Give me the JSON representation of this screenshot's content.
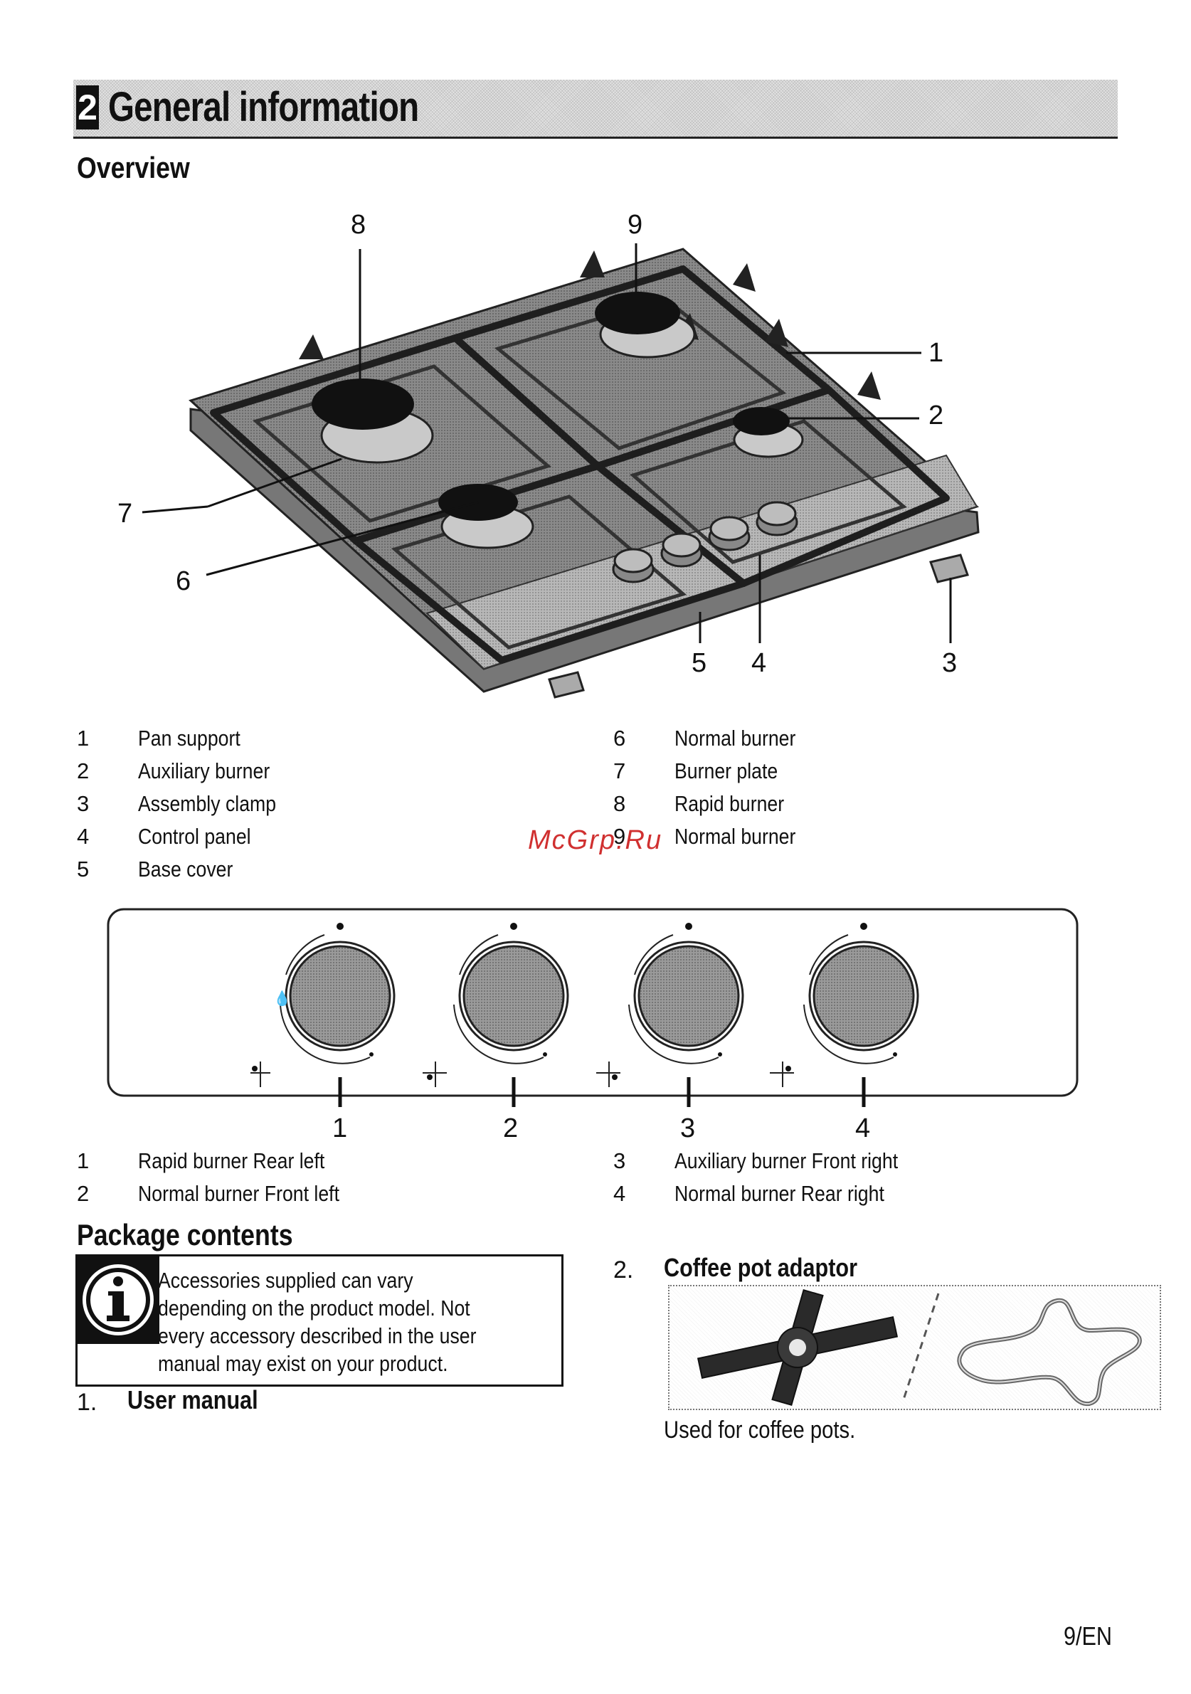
{
  "header": {
    "chapter_number": "2",
    "chapter_title": "General information"
  },
  "overview": {
    "heading": "Overview",
    "callouts": [
      "1",
      "2",
      "3",
      "4",
      "5",
      "6",
      "7",
      "8",
      "9"
    ],
    "parts": [
      {
        "num": "1",
        "label": "Pan support"
      },
      {
        "num": "2",
        "label": "Auxiliary burner"
      },
      {
        "num": "3",
        "label": "Assembly clamp"
      },
      {
        "num": "4",
        "label": "Control panel"
      },
      {
        "num": "5",
        "label": "Base cover"
      },
      {
        "num": "6",
        "label": "Normal burner"
      },
      {
        "num": "7",
        "label": "Burner plate"
      },
      {
        "num": "8",
        "label": "Rapid burner"
      },
      {
        "num": "9",
        "label": "Normal burner"
      }
    ]
  },
  "watermark": "McGrp.Ru",
  "controls": {
    "callouts": [
      "1",
      "2",
      "3",
      "4"
    ],
    "knobs": [
      {
        "num": "1",
        "label": "Rapid burner Rear left"
      },
      {
        "num": "2",
        "label": "Normal burner Front left"
      },
      {
        "num": "3",
        "label": "Auxiliary burner Front right"
      },
      {
        "num": "4",
        "label": "Normal burner Rear right"
      }
    ]
  },
  "package": {
    "heading": "Package contents",
    "info_icon": "info-icon",
    "info_text": "Accessories supplied can vary depending on the product model. Not every accessory described in the user manual may exist on your product.",
    "items": [
      {
        "num": "1.",
        "label": "User manual"
      },
      {
        "num": "2.",
        "label": "Coffee pot adaptor",
        "caption": "Used for coffee pots."
      }
    ]
  },
  "page_number": "9/EN"
}
